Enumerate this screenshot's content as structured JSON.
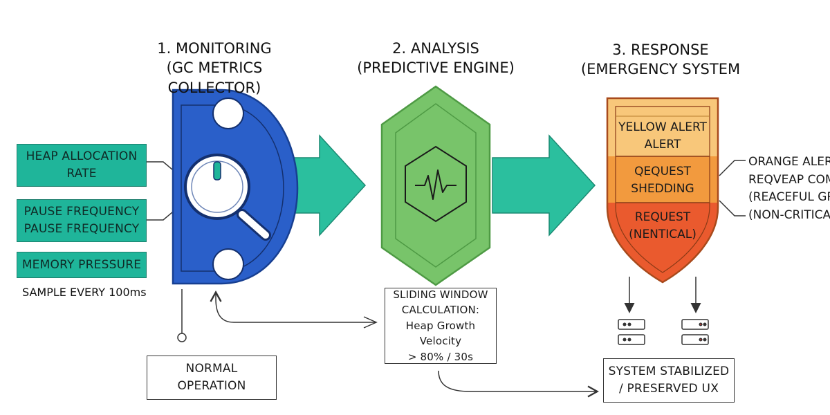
{
  "stages": [
    {
      "title": "1. MONITORING",
      "subtitle": "(GC METRICS COLLECTOR)"
    },
    {
      "title": "2. ANALYSIS",
      "subtitle": "(PREDICTIVE ENGINE)"
    },
    {
      "title": "3. RESPONSE",
      "subtitle": "(EMERGENCY SYSTEM"
    }
  ],
  "metrics": [
    {
      "line1": "HEAP ALLOCATION",
      "line2": "RATE"
    },
    {
      "line1": "PAUSE FREQUENCY",
      "line2": "PAUSE FREQUENCY"
    },
    {
      "line1": "MEMORY PRESSURE",
      "line2": ""
    }
  ],
  "sample_note": "SAMPLE EVERY 100ms",
  "normal_operation": {
    "line1": "NORMAL",
    "line2": "OPERATION"
  },
  "sliding_window": {
    "line1": "SLIDING WINDOW",
    "line2": "CALCULATION:",
    "line3": "Heap Growth Velocity",
    "line4": "> 80% / 30s"
  },
  "shield_tiers": [
    {
      "line1": "YELLOW ALERT",
      "line2": "ALERT",
      "color": "#f8c77a"
    },
    {
      "line1": "QEQUEST",
      "line2": "SHEDDING",
      "color": "#f29a3e"
    },
    {
      "line1": "REQUEST",
      "line2": "(NENTICAL)",
      "color": "#ea5a2e"
    }
  ],
  "right_notes": [
    "ORANGE ALERT",
    "REQVEAP COMPA",
    "(REACEFUL GRA",
    "(NON-CRITICAL"
  ],
  "stabilized": {
    "line1": "SYSTEM STABILIZED",
    "line2": "/ PRESERVED UX"
  },
  "colors": {
    "teal": "#1fb59a",
    "blue": "#2a5fc9",
    "green": "#78c46a",
    "yellow": "#f8c77a",
    "orange": "#f29a3e",
    "red": "#ea5a2e"
  }
}
